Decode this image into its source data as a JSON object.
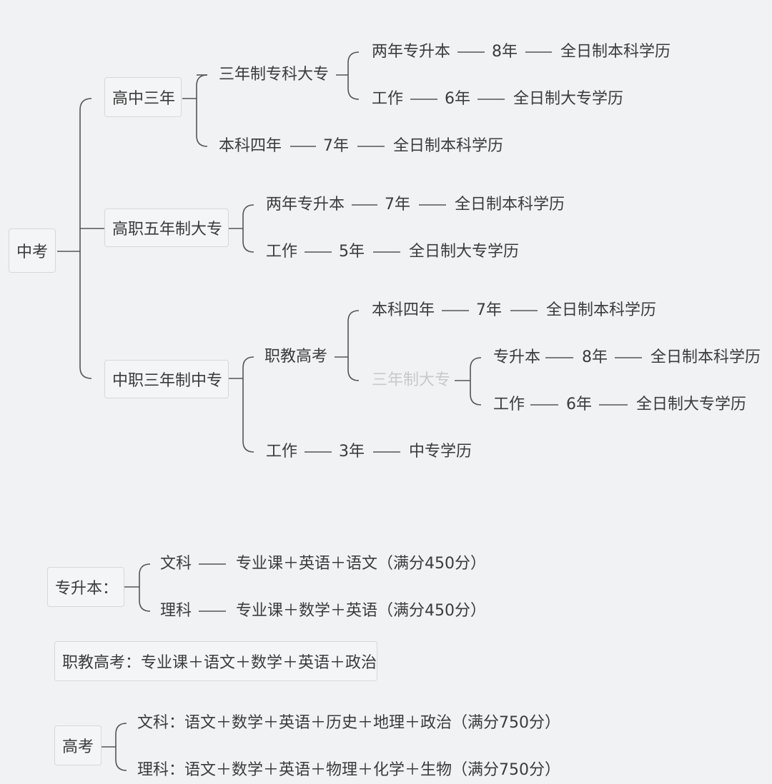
{
  "diagram": {
    "root": "中考",
    "b1": {
      "label": "高中三年",
      "c1": {
        "label": "三年制专科大专",
        "r1": [
          "两年专升本",
          "8年",
          "全日制本科学历"
        ],
        "r2": [
          "工作",
          "6年",
          "全日制大专学历"
        ]
      },
      "r3": [
        "本科四年",
        "7年",
        "全日制本科学历"
      ]
    },
    "b2": {
      "label": "高职五年制大专",
      "r1": [
        "两年专升本",
        "7年",
        "全日制本科学历"
      ],
      "r2": [
        "工作",
        "5年",
        "全日制大专学历"
      ]
    },
    "b3": {
      "label": "中职三年制中专",
      "c1": {
        "label": "职教高考",
        "r1": [
          "本科四年",
          "7年",
          "全日制本科学历"
        ],
        "c2": {
          "label": "三年制大专",
          "r1": [
            "专升本",
            "8年",
            "全日制本科学历"
          ],
          "r2": [
            "工作",
            "6年",
            "全日制大专学历"
          ]
        }
      },
      "r3": [
        "工作",
        "3年",
        "中专学历"
      ]
    }
  },
  "zsb": {
    "label": "专升本：",
    "wk": [
      "文科",
      "专业课＋英语＋语文（满分450分）"
    ],
    "lk": [
      "理科",
      "专业课＋数学＋英语（满分450分）"
    ]
  },
  "zjgk": "职教高考：专业课＋语文＋数学＋英语＋政治",
  "gk": {
    "label": "高考",
    "wk": "文科：语文＋数学＋英语＋历史＋地理＋政治（满分750分）",
    "lk": "理科：语文＋数学＋英语＋物理＋化学＋生物（满分750分）"
  },
  "colors": {
    "background": "#f1f2f4",
    "line": "#555555",
    "text": "#3b3b3b",
    "box_border": "#d6d8dc"
  }
}
